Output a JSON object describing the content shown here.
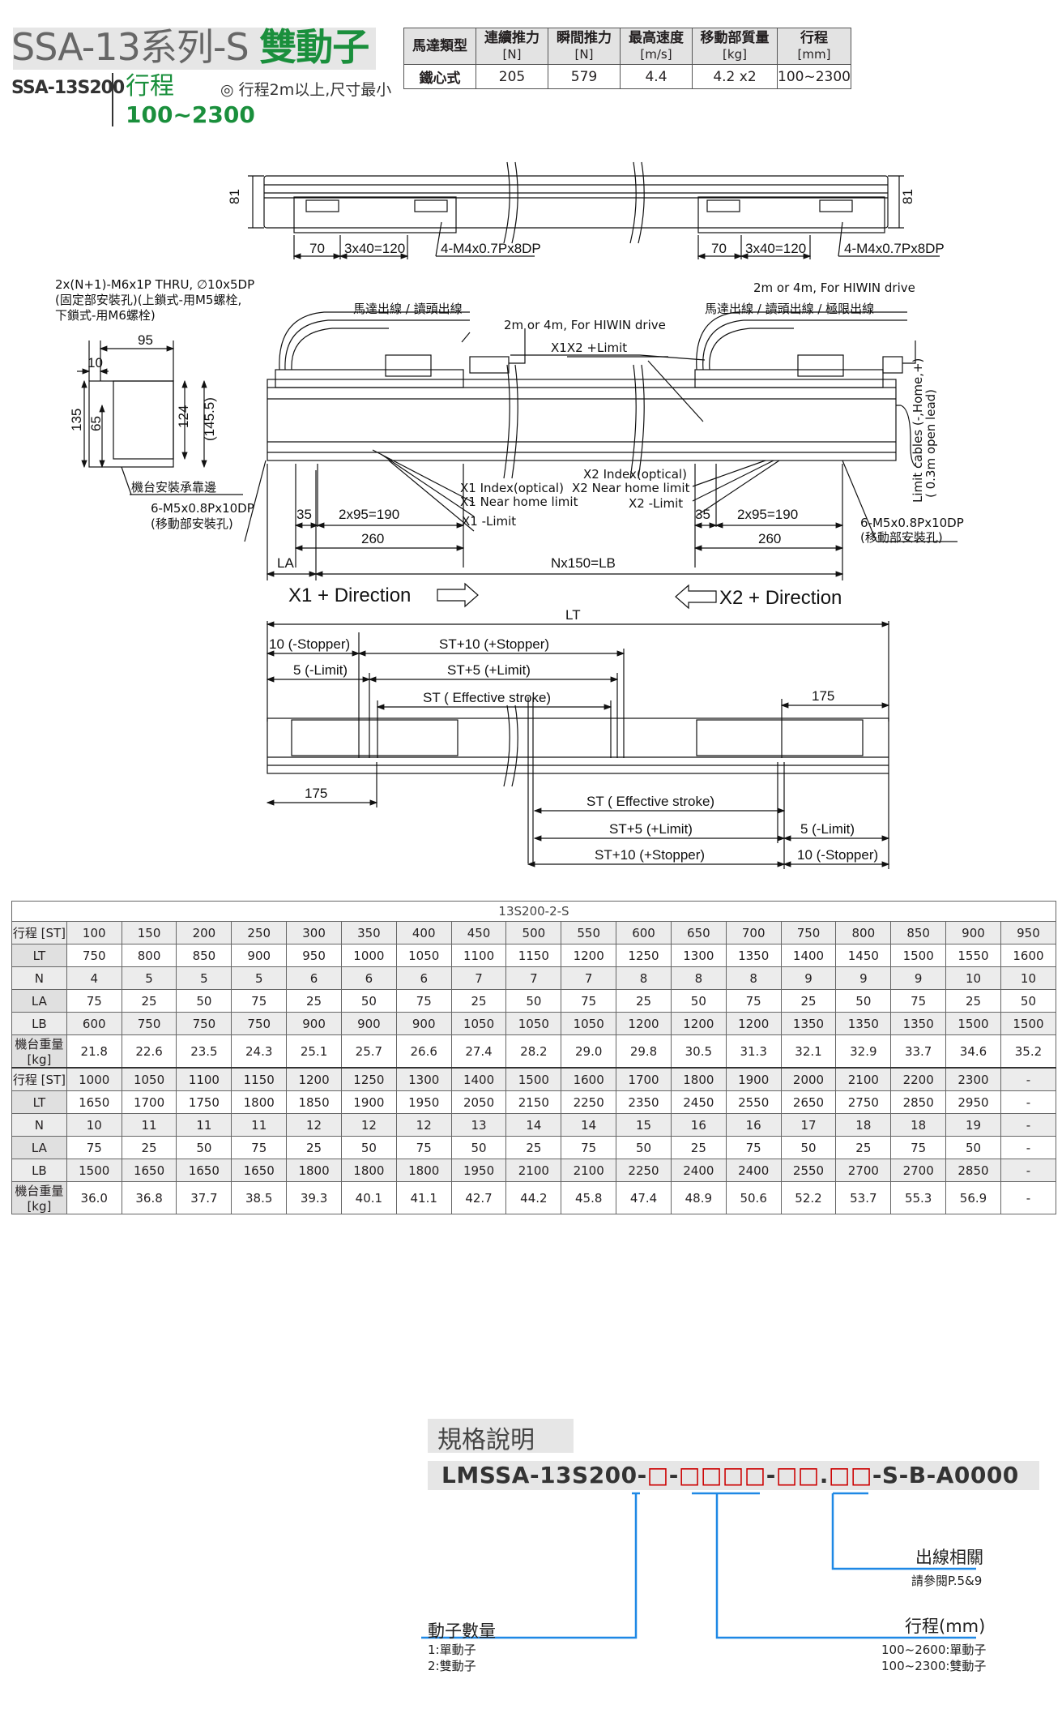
{
  "header": {
    "title_main": "SSA-13系列-S ",
    "title_accent": "雙動子",
    "model": "SSA-13S200",
    "stroke_label": "行程",
    "stroke_value": "100~2300",
    "note": "◎ 行程2m以上,尺寸最小"
  },
  "spec_table": {
    "headers": [
      {
        "name": "馬達類型",
        "unit": ""
      },
      {
        "name": "連續推力",
        "unit": "[N]"
      },
      {
        "name": "瞬間推力",
        "unit": "[N]"
      },
      {
        "name": "最高速度",
        "unit": "[m/s]"
      },
      {
        "name": "移動部質量",
        "unit": "[kg]"
      },
      {
        "name": "行程",
        "unit": "[mm]"
      }
    ],
    "row": [
      "鐵心式",
      "205",
      "579",
      "4.4",
      "4.2 x2",
      "100~2300"
    ]
  },
  "drawing": {
    "top_dims": [
      "81",
      "81",
      "70",
      "3x40=120",
      "4-M4x0.7Px8DP",
      "70",
      "3x40=120",
      "4-M4x0.7Px8DP"
    ],
    "hole_note": [
      "2x(N+1)-M6x1P THRU, ∅10x5DP",
      "(固定部安裝孔)(上鎖式-用M5螺栓,",
      "下鎖式-用M6螺栓)"
    ],
    "side_dims": [
      "95",
      "10",
      "135",
      "65",
      "124",
      "(145.5)"
    ],
    "side_label": "機台安裝承靠邊",
    "mount_note_left": [
      "6-M5x0.8Px10DP",
      "(移動部安裝孔)"
    ],
    "mount_note_right": [
      "6-M5x0.8Px10DP",
      "(移動部安裝孔)"
    ],
    "cable_left": "馬達出線 / 讀頭出線",
    "cable_left_drive": "2m or 4m, For HIWIN drive",
    "cable_right": "馬達出線 / 讀頭出線 / 極限出線",
    "cable_right_drive": "2m or 4m, For HIWIN drive",
    "x1x2_limit": "X1X2 +Limit",
    "limit_cables": [
      "Limit cables (-,Home,+)",
      "( 0.3m open lead)"
    ],
    "x1_labels": [
      "X1 Index(optical)",
      "X1 Near home limit",
      "X1 -Limit"
    ],
    "x2_labels": [
      "X2 Index(optical)",
      "X2 Near home limit",
      "X2 -Limit"
    ],
    "mid_dims": [
      "35",
      "2x95=190",
      "260",
      "35",
      "2x95=190",
      "260",
      "LA",
      "Nx150=LB"
    ],
    "x1_direction": "X1 + Direction",
    "x2_direction": "X2 + Direction",
    "bottom_dims": [
      "LT",
      "10 (-Stopper)",
      "ST+10 (+Stopper)",
      "5 (-Limit)",
      "ST+5 (+Limit)",
      "ST ( Effective stroke)",
      "175",
      "175",
      "ST ( Effective stroke)",
      "ST+5 (+Limit)",
      "5 (-Limit)",
      "ST+10 (+Stopper)",
      "10 (-Stopper)"
    ]
  },
  "data_table": {
    "caption": "13S200-2-S",
    "sections": [
      {
        "rows": [
          {
            "head": "行程 [ST]",
            "cells": [
              "100",
              "150",
              "200",
              "250",
              "300",
              "350",
              "400",
              "450",
              "500",
              "550",
              "600",
              "650",
              "700",
              "750",
              "800",
              "850",
              "900",
              "950"
            ]
          },
          {
            "head": "LT",
            "cells": [
              "750",
              "800",
              "850",
              "900",
              "950",
              "1000",
              "1050",
              "1100",
              "1150",
              "1200",
              "1250",
              "1300",
              "1350",
              "1400",
              "1450",
              "1500",
              "1550",
              "1600"
            ]
          },
          {
            "head": "N",
            "cells": [
              "4",
              "5",
              "5",
              "5",
              "6",
              "6",
              "6",
              "7",
              "7",
              "7",
              "8",
              "8",
              "8",
              "9",
              "9",
              "9",
              "10",
              "10"
            ]
          },
          {
            "head": "LA",
            "cells": [
              "75",
              "25",
              "50",
              "75",
              "25",
              "50",
              "75",
              "25",
              "50",
              "75",
              "25",
              "50",
              "75",
              "25",
              "50",
              "75",
              "25",
              "50"
            ]
          },
          {
            "head": "LB",
            "cells": [
              "600",
              "750",
              "750",
              "750",
              "900",
              "900",
              "900",
              "1050",
              "1050",
              "1050",
              "1200",
              "1200",
              "1200",
              "1350",
              "1350",
              "1350",
              "1500",
              "1500"
            ]
          },
          {
            "head": "機台重量 [kg]",
            "cells": [
              "21.8",
              "22.6",
              "23.5",
              "24.3",
              "25.1",
              "25.7",
              "26.6",
              "27.4",
              "28.2",
              "29.0",
              "29.8",
              "30.5",
              "31.3",
              "32.1",
              "32.9",
              "33.7",
              "34.6",
              "35.2"
            ]
          }
        ]
      },
      {
        "rows": [
          {
            "head": "行程 [ST]",
            "cells": [
              "1000",
              "1050",
              "1100",
              "1150",
              "1200",
              "1250",
              "1300",
              "1400",
              "1500",
              "1600",
              "1700",
              "1800",
              "1900",
              "2000",
              "2100",
              "2200",
              "2300",
              "-"
            ]
          },
          {
            "head": "LT",
            "cells": [
              "1650",
              "1700",
              "1750",
              "1800",
              "1850",
              "1900",
              "1950",
              "2050",
              "2150",
              "2250",
              "2350",
              "2450",
              "2550",
              "2650",
              "2750",
              "2850",
              "2950",
              "-"
            ]
          },
          {
            "head": "N",
            "cells": [
              "10",
              "11",
              "11",
              "11",
              "12",
              "12",
              "12",
              "13",
              "14",
              "14",
              "15",
              "16",
              "16",
              "17",
              "18",
              "18",
              "19",
              "-"
            ]
          },
          {
            "head": "LA",
            "cells": [
              "75",
              "25",
              "50",
              "75",
              "25",
              "50",
              "75",
              "50",
              "25",
              "75",
              "50",
              "25",
              "75",
              "50",
              "25",
              "75",
              "50",
              "-"
            ]
          },
          {
            "head": "LB",
            "cells": [
              "1500",
              "1650",
              "1650",
              "1650",
              "1800",
              "1800",
              "1800",
              "1950",
              "2100",
              "2100",
              "2250",
              "2400",
              "2400",
              "2550",
              "2700",
              "2700",
              "2850",
              "-"
            ]
          },
          {
            "head": "機台重量 [kg]",
            "cells": [
              "36.0",
              "36.8",
              "37.7",
              "38.5",
              "39.3",
              "40.1",
              "41.1",
              "42.7",
              "44.2",
              "45.8",
              "47.4",
              "48.9",
              "50.6",
              "52.2",
              "53.7",
              "55.3",
              "56.9",
              "-"
            ]
          }
        ]
      }
    ]
  },
  "spec_explain": {
    "title": "規格說明",
    "code_prefix": "LMSSA-13S200-",
    "code_box1": "□",
    "code_dash1": "-",
    "code_box2": "□□□□",
    "code_dash2": "-",
    "code_box3": "□□",
    "code_dot": ".",
    "code_box4": "□□",
    "code_suffix": "-S-B-A0000",
    "cable_label": "出線相關",
    "cable_ref": "請參閱P.5&9",
    "stroke_label": "行程(mm)",
    "stroke_opts": [
      "100~2600:單動子",
      "100~2300:雙動子"
    ],
    "mover_label": "動子數量",
    "mover_opts": [
      "1:單動子",
      "2:雙動子"
    ]
  },
  "colors": {
    "accent_green": "#1a8f3c",
    "box_red": "#cc0000",
    "band_gray": "#e6e6e6"
  }
}
